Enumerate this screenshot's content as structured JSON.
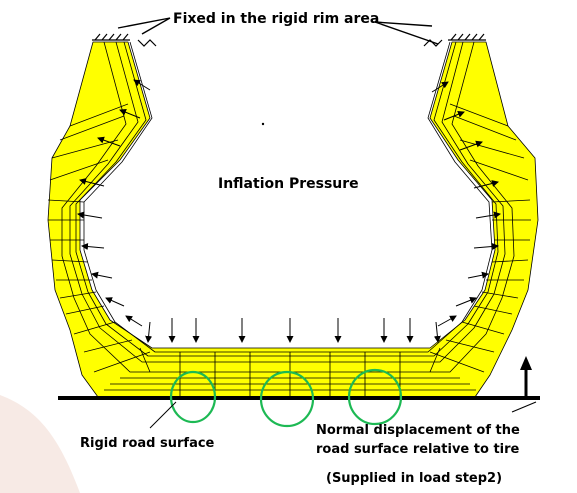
{
  "labels": {
    "fixed_rim": "Fixed in the rigid rim area",
    "inflation": "Inflation Pressure",
    "rigid_road": "Rigid road surface",
    "normal_disp_line1": "Normal displacement of the",
    "normal_disp_line2": "road surface relative to tire",
    "supplied": "(Supplied in load step2)"
  },
  "colors": {
    "mesh_fill": "#ffff00",
    "mesh_line": "#000000",
    "contact_circle": "#1db954",
    "road": "#000000",
    "watermark": "#f6e8e2"
  }
}
